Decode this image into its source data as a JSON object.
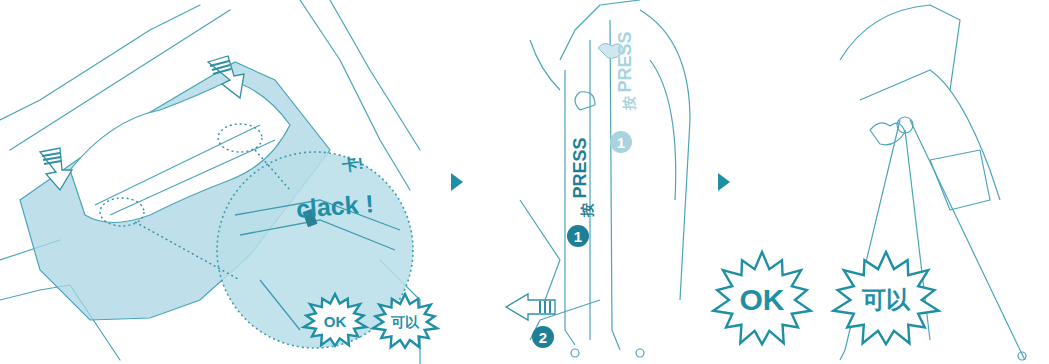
{
  "diagram": {
    "nodes": [
      {
        "text": [
          "OK"
        ]
      },
      {
        "text": [
          "可以"
        ]
      },
      {
        "text": [
          "1"
        ]
      },
      {
        "text": [
          "1"
        ]
      },
      {
        "text": [
          "2"
        ]
      },
      {
        "text": [
          "OK"
        ]
      },
      {
        "text": [
          "可以"
        ]
      }
    ],
    "labels": [
      "卡!",
      "clack !",
      "PRESS",
      "按",
      "PRESS",
      "按"
    ]
  }
}
